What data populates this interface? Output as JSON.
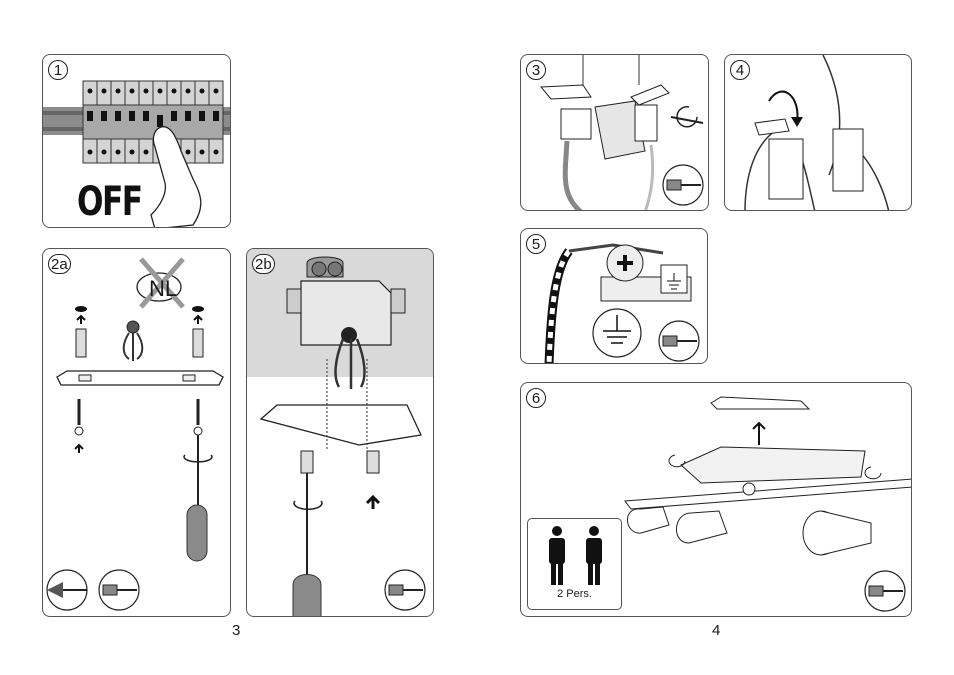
{
  "steps": {
    "s1": {
      "number": "1",
      "text": "OFF"
    },
    "s2a": {
      "number": "2a",
      "nl": "NL"
    },
    "s2b": {
      "number": "2b"
    },
    "s3": {
      "number": "3"
    },
    "s4": {
      "number": "4"
    },
    "s5": {
      "number": "5"
    },
    "s6": {
      "number": "6",
      "persons": "2 Pers."
    }
  },
  "pages": {
    "left": "3",
    "right": "4"
  }
}
